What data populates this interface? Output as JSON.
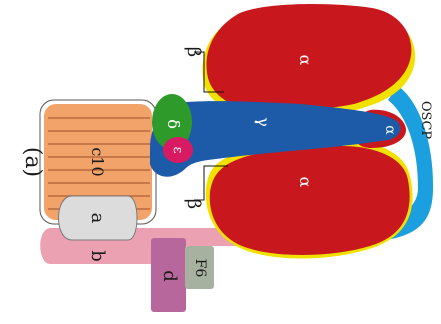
{
  "labels": {
    "panel": "(a)",
    "alpha_top": "α",
    "alpha_bottom": "α",
    "alpha_right": "α",
    "beta_top": "β",
    "beta_bottom": "β",
    "gamma": "γ",
    "delta": "δ",
    "epsilon": "ε",
    "c10": "c10",
    "a": "a",
    "b": "b",
    "d": "d",
    "f6": "F6",
    "oscp": "OSCP"
  },
  "colors": {
    "alpha": "#c8181e",
    "alpha_edge": "#f1e100",
    "gamma": "#1d5aa8",
    "delta": "#2e9a2a",
    "epsilon": "#d81a63",
    "c_ring": "#f2a36a",
    "c_ring_line": "#b86a3c",
    "subunit_a": "#dcdcdc",
    "subunit_b": "#eba1b1",
    "subunit_d": "#b8679c",
    "f6": "#a7b1a0",
    "oscp": "#1c9fde"
  }
}
